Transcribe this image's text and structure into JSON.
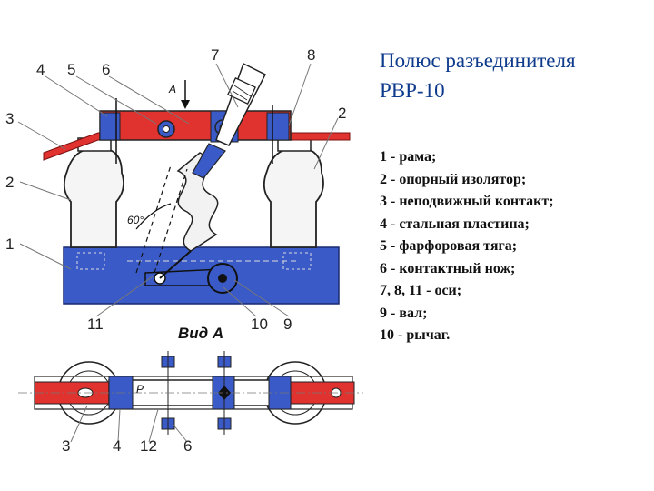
{
  "title_line1": "Полюс разъединителя",
  "title_line2": "РВР-10",
  "legend": [
    "1  -  рама;",
    "2  -  опорный изолятор;",
    "3  -  неподвижный контакт;",
    "4  -  стальная пластина;",
    "5  - фарфоровая тяга;",
    "6  -  контактный нож;",
    "7, 8, 11  -  оси;",
    "9  -  вал;",
    "10  -  рычаг."
  ],
  "diagram": {
    "callouts_top": [
      "4",
      "5",
      "6",
      "7",
      "8",
      "3",
      "2",
      "2",
      "1",
      "11",
      "10",
      "9"
    ],
    "callouts_bottom": [
      "3",
      "4",
      "12",
      "6"
    ],
    "view_arrow_label": "A",
    "angle_label": "60°",
    "view_title": "Вид А",
    "p_label": "P",
    "colors": {
      "frame": "#3a5bc7",
      "contact": "#e0322e",
      "outline": "#222222"
    }
  }
}
